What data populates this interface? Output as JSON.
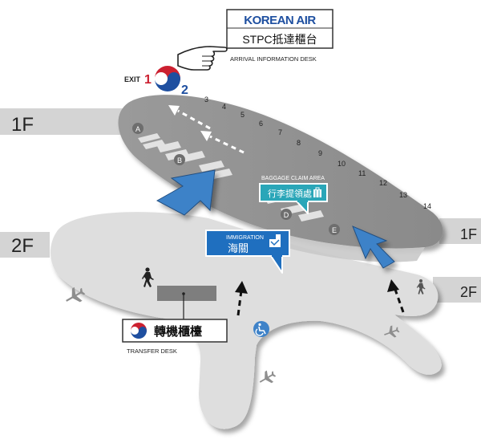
{
  "header": {
    "brand": "KOREAN AIR",
    "counter": "STPC抵達櫃台",
    "caption": "ARRIVAL INFORMATION DESK"
  },
  "exit": {
    "label": "EXIT",
    "left_number": "1",
    "right_number": "2"
  },
  "floors": {
    "upper": "1F",
    "lower": "2F"
  },
  "carousel_numbers": [
    "3",
    "4",
    "5",
    "6",
    "7",
    "8",
    "9",
    "10",
    "11",
    "12",
    "13",
    "14"
  ],
  "zones": [
    "A",
    "B",
    "D",
    "E"
  ],
  "baggage": {
    "area_label": "BAGGAGE CLAIM AREA",
    "sign": "行李提領處"
  },
  "immigration": {
    "en": "IMMIGRATION",
    "zh": "海關"
  },
  "transfer": {
    "sign": "轉機櫃檯",
    "caption": "TRANSFER DESK"
  },
  "colors": {
    "floor_band": "#d4d4d4",
    "upper_floor": "#8f8f8f",
    "lower_floor": "#dedede",
    "arrow_blue": "#3e82c8",
    "sign_teal": "#2aa6b8",
    "sign_blue": "#1f6fbf",
    "brand_red": "#cc2030",
    "brand_blue": "#1e4fa0"
  },
  "icons": [
    "pointing-hand-icon",
    "korean-air-logo-icon",
    "airplane-icon",
    "walking-person-icon",
    "luggage-icon",
    "passport-stamp-icon",
    "wheelchair-icon"
  ]
}
